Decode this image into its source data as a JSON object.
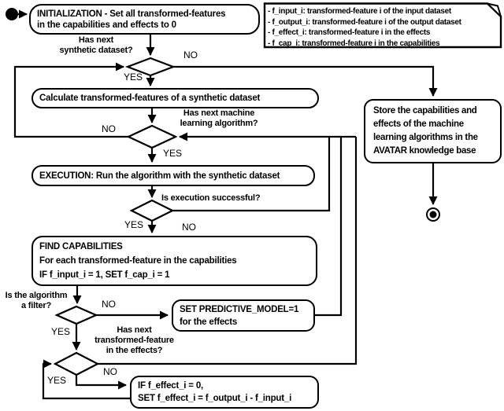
{
  "colors": {
    "stroke": "#000000",
    "node_fill": "#ffffff",
    "text": "#000000",
    "background": "#ffffff"
  },
  "legend": {
    "lines": [
      "- f_input_i: transformed-feature i of the input dataset",
      "- f_output_i: transformed-feature i of the output dataset",
      "- f_effect_i: transformed-feature i in the effects",
      "- f_cap_i: transformed-feature i in the capabilities"
    ]
  },
  "nodes": {
    "init": {
      "lines": [
        "INITIALIZATION - Set all transformed-features",
        "in the capabilities and effects to 0"
      ]
    },
    "calculate": {
      "lines": [
        "Calculate transformed-features of a synthetic dataset"
      ]
    },
    "execution": {
      "lines": [
        "EXECUTION: Run the algorithm with the synthetic dataset"
      ]
    },
    "find_capabilities": {
      "lines": [
        "FIND CAPABILITIES",
        "For each transformed-feature in the capabilities",
        "IF f_input_i = 1, SET f_cap_i = 1"
      ]
    },
    "set_predictive_model": {
      "lines": [
        "SET PREDICTIVE_MODEL=1",
        "for the effects"
      ]
    },
    "if_effect": {
      "lines": [
        "IF f_effect_i = 0,",
        "SET f_effect_i = f_output_i - f_input_i"
      ]
    },
    "store": {
      "lines": [
        "Store the capabilities and",
        "effects of the machine",
        "learning algorithms in the",
        "AVATAR knowledge base"
      ]
    }
  },
  "decisions": {
    "has_next_synthetic_dataset": {
      "question_lines": [
        "Has next",
        "synthetic dataset?"
      ],
      "yes_label": "YES",
      "no_label": "NO"
    },
    "has_next_ml_algorithm": {
      "question_lines": [
        "Has next machine",
        "learning algorithm?"
      ],
      "yes_label": "YES",
      "no_label": "NO"
    },
    "is_execution_successful": {
      "question_lines": [
        "Is execution successful?"
      ],
      "yes_label": "YES",
      "no_label": "NO"
    },
    "is_algorithm_a_filter": {
      "question_lines": [
        "Is the algorithm",
        "a filter?"
      ],
      "yes_label": "YES",
      "no_label": "NO"
    },
    "has_next_tf_in_effects": {
      "question_lines": [
        "Has next",
        "transformed-feature",
        "in the effects?"
      ],
      "yes_label": "YES",
      "no_label": "NO"
    }
  }
}
